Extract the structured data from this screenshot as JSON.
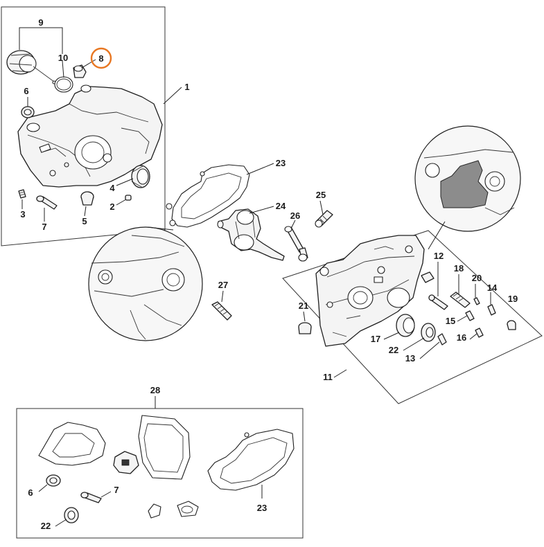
{
  "diagram": {
    "highlight_color": "#e87722",
    "highlighted_callout": "8",
    "callouts": [
      {
        "id": "c9",
        "label": "9"
      },
      {
        "id": "c10",
        "label": "10"
      },
      {
        "id": "c8",
        "label": "8"
      },
      {
        "id": "c6a",
        "label": "6"
      },
      {
        "id": "c1",
        "label": "1"
      },
      {
        "id": "c4",
        "label": "4"
      },
      {
        "id": "c2",
        "label": "2"
      },
      {
        "id": "c3",
        "label": "3"
      },
      {
        "id": "c7a",
        "label": "7"
      },
      {
        "id": "c5",
        "label": "5"
      },
      {
        "id": "c23a",
        "label": "23"
      },
      {
        "id": "c24",
        "label": "24"
      },
      {
        "id": "c25",
        "label": "25"
      },
      {
        "id": "c26",
        "label": "26"
      },
      {
        "id": "c27",
        "label": "27"
      },
      {
        "id": "c12",
        "label": "12"
      },
      {
        "id": "c18",
        "label": "18"
      },
      {
        "id": "c20",
        "label": "20"
      },
      {
        "id": "c14",
        "label": "14"
      },
      {
        "id": "c19",
        "label": "19"
      },
      {
        "id": "c21",
        "label": "21"
      },
      {
        "id": "c15",
        "label": "15"
      },
      {
        "id": "c16",
        "label": "16"
      },
      {
        "id": "c17",
        "label": "17"
      },
      {
        "id": "c22a",
        "label": "22"
      },
      {
        "id": "c13",
        "label": "13"
      },
      {
        "id": "c11",
        "label": "11"
      },
      {
        "id": "c28",
        "label": "28"
      },
      {
        "id": "c6b",
        "label": "6"
      },
      {
        "id": "c7b",
        "label": "7"
      },
      {
        "id": "c22b",
        "label": "22"
      },
      {
        "id": "c23b",
        "label": "23"
      }
    ]
  }
}
